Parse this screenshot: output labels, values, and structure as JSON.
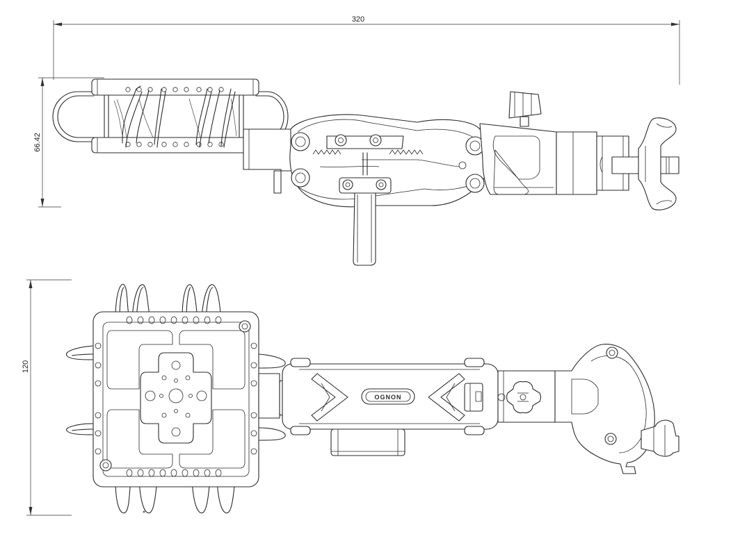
{
  "dimensions": {
    "overall_length": "320",
    "side_height": "66.42",
    "top_width": "120"
  },
  "logo": {
    "text": "OGNON"
  },
  "colors": {
    "line": "#2a2a2a",
    "background": "#ffffff"
  }
}
